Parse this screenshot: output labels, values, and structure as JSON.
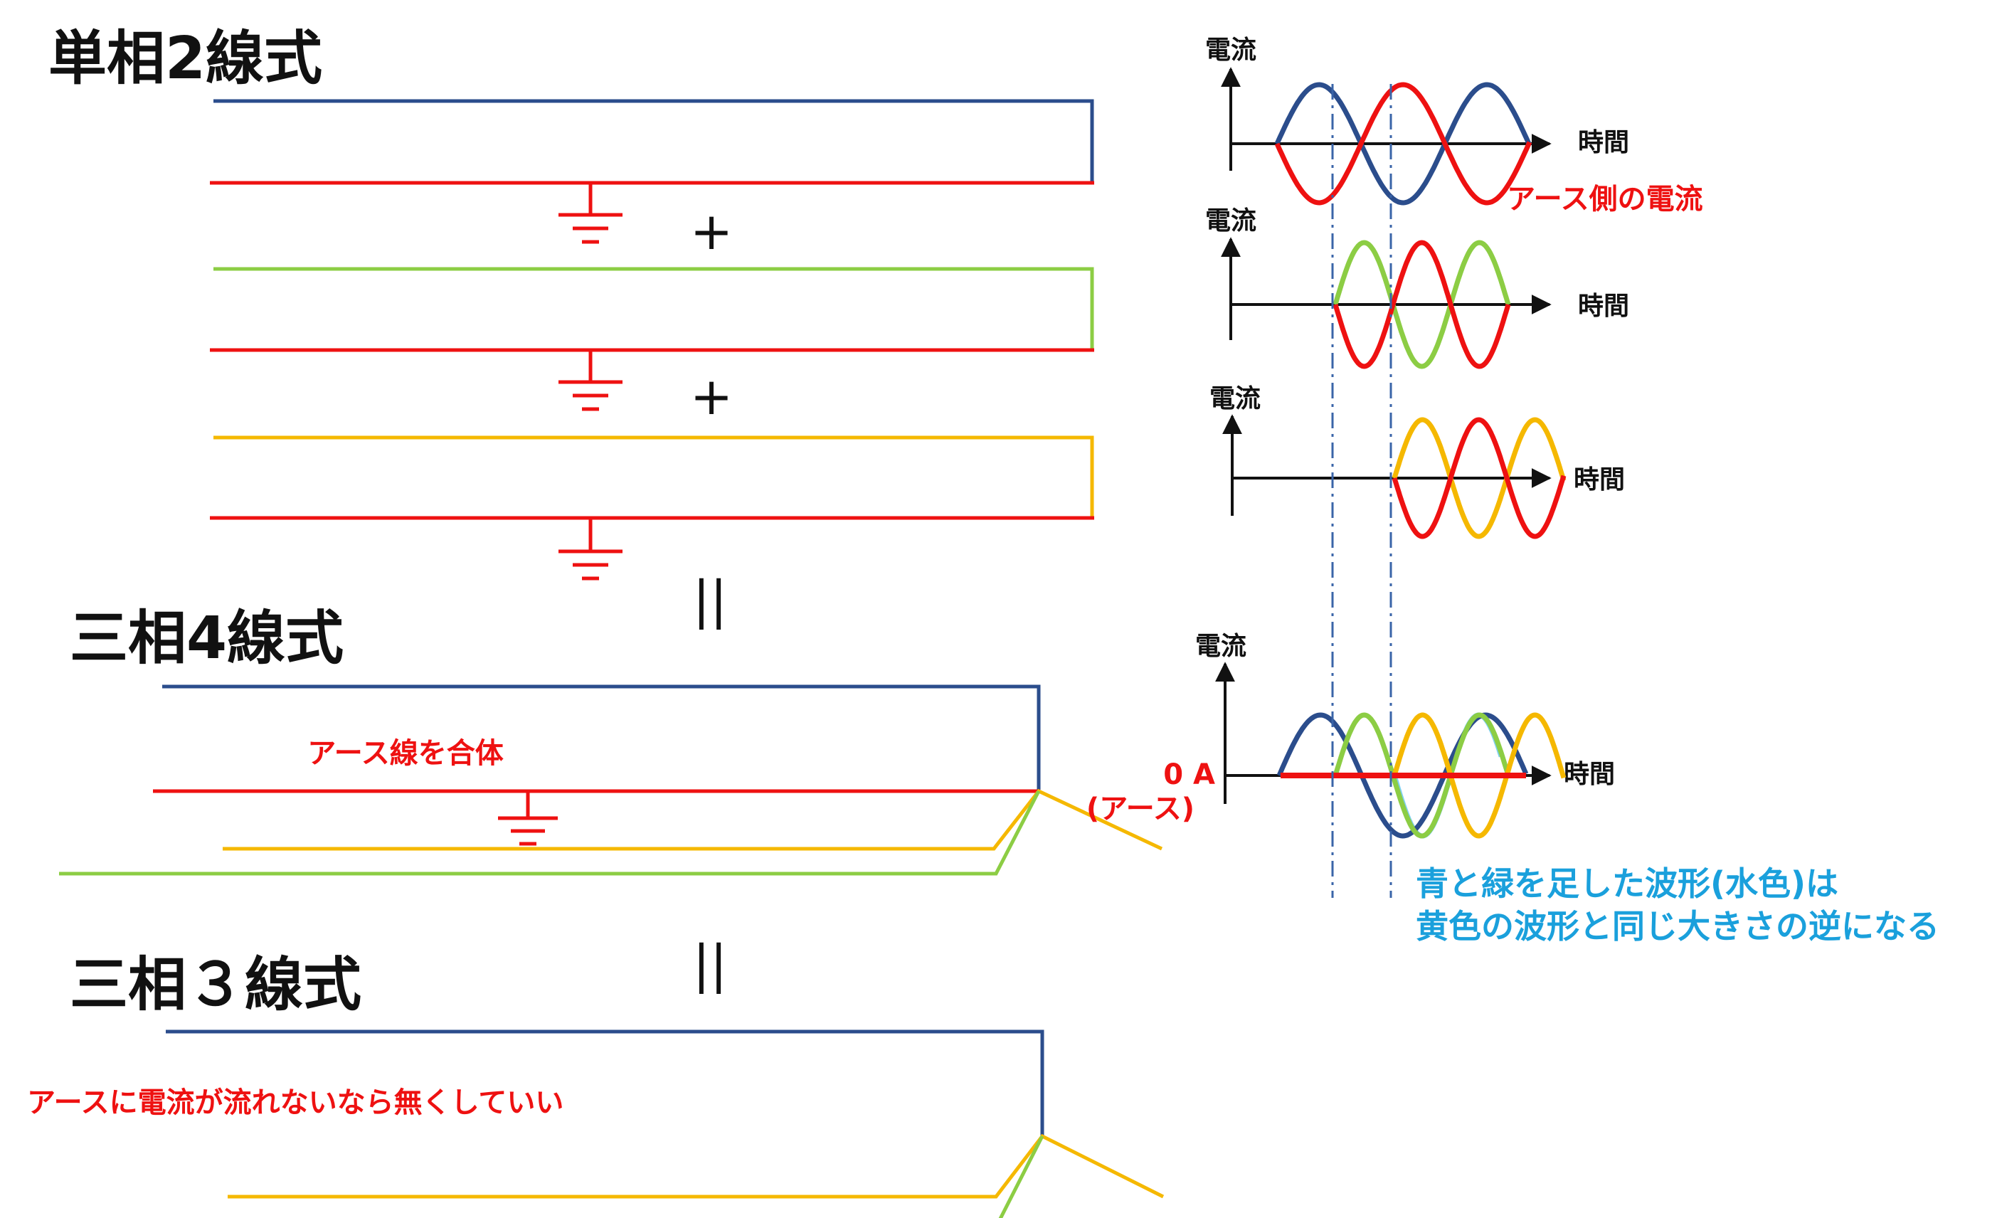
{
  "titles": {
    "single_phase_2wire": "単相2線式",
    "three_phase_4wire": "三相4線式",
    "three_phase_3wire": "三相３線式"
  },
  "operators": {
    "plus": "+",
    "equals": "||"
  },
  "axis": {
    "current": "電流",
    "time": "時間",
    "zero": "0 A"
  },
  "labels": {
    "earth_current": "アース側の電流",
    "merge_earth": "アース線を合体",
    "earth_paren": "(アース)",
    "no_earth": "アースに電流が流れないなら無くしていい",
    "note_line1": "青と緑を足した波形(水色)は",
    "note_line2": "黄色の波形と同じ大きさの逆になる"
  },
  "colors": {
    "blue": "#2b4d8c",
    "red": "#ee1111",
    "green": "#8ccd44",
    "yellow": "#f5b800",
    "cyan": "#7fd0f0",
    "dashdot": "#3a64a8"
  }
}
